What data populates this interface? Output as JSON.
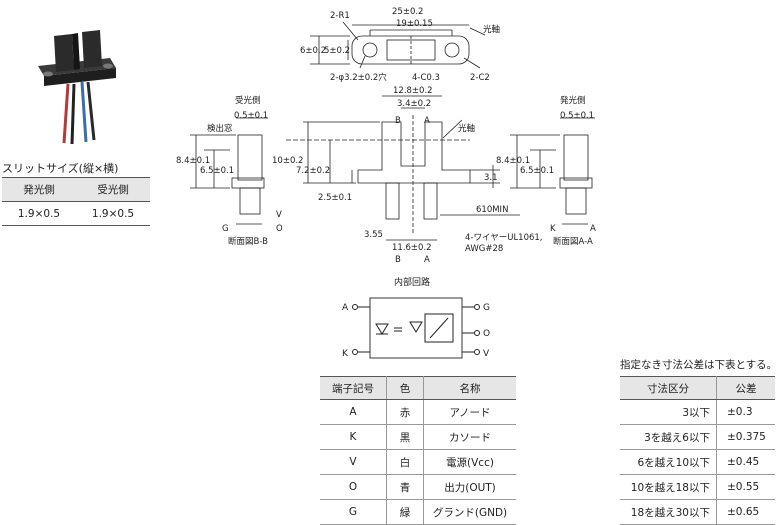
{
  "slit_size": {
    "title": "スリットサイズ(縦×横)",
    "headers": [
      "発光側",
      "受光側"
    ],
    "values": [
      "1.9×0.5",
      "1.9×0.5"
    ]
  },
  "top_view": {
    "dim_overall": "25±0.2",
    "dim_holes": "19±0.15",
    "r1": "2-R1",
    "h6": "6±0.2",
    "h5": "5±0.2",
    "hole": "2-φ3.2±0.2穴",
    "chamfer": "4-C0.3",
    "c2": "2-C2",
    "optical_axis": "光軸"
  },
  "front_view": {
    "w128": "12.8±0.2",
    "w34": "3.4±0.2",
    "b": "B",
    "a": "A",
    "optical_axis": "光軸",
    "h10": "10±0.2",
    "h72": "7.2±0.2",
    "h25": "2.5±0.1",
    "d31": "3.1",
    "min610": "610MIN",
    "d355": "3.55",
    "w116": "11.6±0.2",
    "wire1": "4-ワイヤーUL1061,",
    "wire2": "AWG#28"
  },
  "left_view": {
    "label": "受光側",
    "d05": "0.5±0.1",
    "window": "検出窓",
    "h84": "8.4±0.1",
    "h65": "6.5±0.1",
    "g": "G",
    "o": "O",
    "v": "V",
    "section": "断面図B-B"
  },
  "right_view": {
    "label": "発光側",
    "d05": "0.5±0.1",
    "h84": "8.4±0.1",
    "h65": "6.5±0.1",
    "k": "K",
    "a": "A",
    "section": "断面図A-A"
  },
  "circuit": {
    "title": "内部回路",
    "a": "A",
    "k": "K",
    "g": "G",
    "o": "O",
    "v": "V"
  },
  "pin_table": {
    "headers": [
      "端子記号",
      "色",
      "名称"
    ],
    "rows": [
      [
        "A",
        "赤",
        "アノード"
      ],
      [
        "K",
        "黒",
        "カソード"
      ],
      [
        "V",
        "白",
        "電源(Vcc)"
      ],
      [
        "O",
        "青",
        "出力(OUT)"
      ],
      [
        "G",
        "緑",
        "グランド(GND)"
      ]
    ]
  },
  "tolerance": {
    "title": "指定なき寸法公差は下表とする。",
    "headers": [
      "寸法区分",
      "公差"
    ],
    "rows": [
      [
        "3以下",
        "±0.3"
      ],
      [
        "3を越え6以下",
        "±0.375"
      ],
      [
        "6を越え10以下",
        "±0.45"
      ],
      [
        "10を越え18以下",
        "±0.55"
      ],
      [
        "18を越え30以下",
        "±0.65"
      ]
    ]
  }
}
